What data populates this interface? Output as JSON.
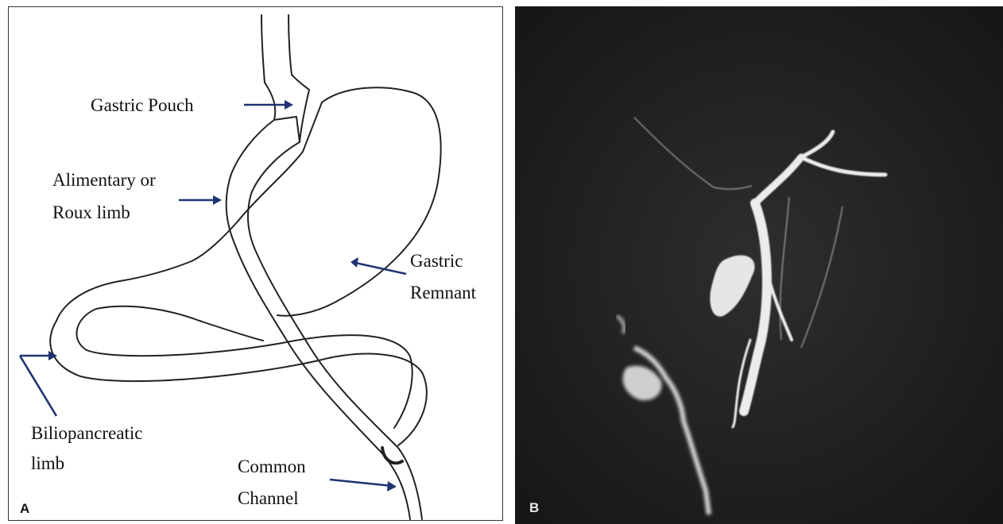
{
  "panel_a": {
    "letter": "A",
    "labels": {
      "gastric_pouch": "Gastric Pouch",
      "alimentary_line1": "Alimentary or",
      "alimentary_line2": "Roux limb",
      "gastric_line1": "Gastric",
      "gastric_line2": "Remnant",
      "bilio_line1": "Biliopancreatic",
      "bilio_line2": "limb",
      "common_line1": "Common",
      "common_line2": "Channel"
    },
    "colors": {
      "arrow": "#1f3470",
      "outline": "#222222"
    }
  },
  "panel_b": {
    "letter": "B",
    "image": "MRCP cholangiogram (grayscale)"
  }
}
